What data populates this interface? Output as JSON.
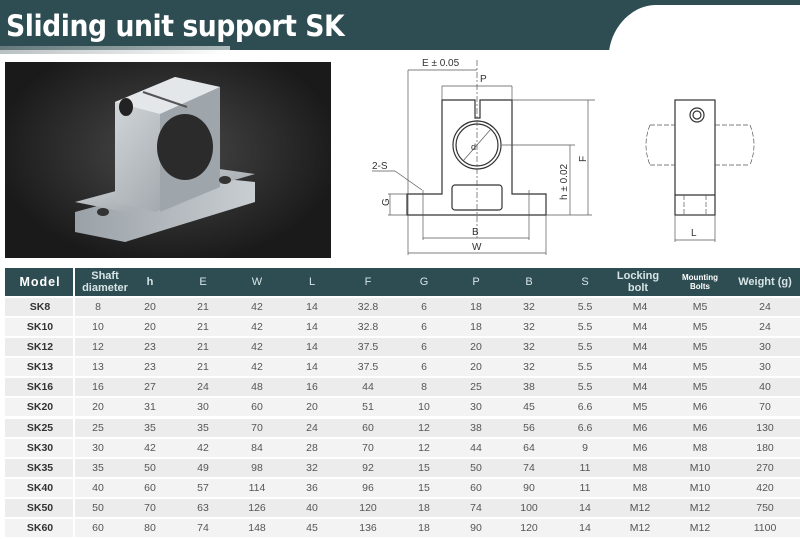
{
  "header": {
    "title": "Sliding unit support SK"
  },
  "drawing_front": {
    "labels": {
      "e": "E ± 0.05",
      "p": "P",
      "d": "d",
      "s": "2-S",
      "g": "G",
      "h": "h ± 0.02",
      "f": "F",
      "b": "B",
      "w": "W"
    }
  },
  "drawing_side": {
    "labels": {
      "l": "L"
    }
  },
  "table": {
    "headers": [
      "Model",
      "Shaft diameter",
      "h",
      "E",
      "W",
      "L",
      "F",
      "G",
      "P",
      "B",
      "S",
      "Locking bolt",
      "Mounting Bolts",
      "Weight (g)"
    ],
    "rows": [
      [
        "SK8",
        "8",
        "20",
        "21",
        "42",
        "14",
        "32.8",
        "6",
        "18",
        "32",
        "5.5",
        "M4",
        "M5",
        "24"
      ],
      [
        "SK10",
        "10",
        "20",
        "21",
        "42",
        "14",
        "32.8",
        "6",
        "18",
        "32",
        "5.5",
        "M4",
        "M5",
        "24"
      ],
      [
        "SK12",
        "12",
        "23",
        "21",
        "42",
        "14",
        "37.5",
        "6",
        "20",
        "32",
        "5.5",
        "M4",
        "M5",
        "30"
      ],
      [
        "SK13",
        "13",
        "23",
        "21",
        "42",
        "14",
        "37.5",
        "6",
        "20",
        "32",
        "5.5",
        "M4",
        "M5",
        "30"
      ],
      [
        "SK16",
        "16",
        "27",
        "24",
        "48",
        "16",
        "44",
        "8",
        "25",
        "38",
        "5.5",
        "M4",
        "M5",
        "40"
      ],
      [
        "SK20",
        "20",
        "31",
        "30",
        "60",
        "20",
        "51",
        "10",
        "30",
        "45",
        "6.6",
        "M5",
        "M6",
        "70"
      ],
      [
        "SK25",
        "25",
        "35",
        "35",
        "70",
        "24",
        "60",
        "12",
        "38",
        "56",
        "6.6",
        "M6",
        "M6",
        "130"
      ],
      [
        "SK30",
        "30",
        "42",
        "42",
        "84",
        "28",
        "70",
        "12",
        "44",
        "64",
        "9",
        "M6",
        "M8",
        "180"
      ],
      [
        "SK35",
        "35",
        "50",
        "49",
        "98",
        "32",
        "92",
        "15",
        "50",
        "74",
        "11",
        "M8",
        "M10",
        "270"
      ],
      [
        "SK40",
        "40",
        "60",
        "57",
        "114",
        "36",
        "96",
        "15",
        "60",
        "90",
        "11",
        "M8",
        "M10",
        "420"
      ],
      [
        "SK50",
        "50",
        "70",
        "63",
        "126",
        "40",
        "120",
        "18",
        "74",
        "100",
        "14",
        "M12",
        "M12",
        "750"
      ],
      [
        "SK60",
        "60",
        "80",
        "74",
        "148",
        "45",
        "136",
        "18",
        "90",
        "120",
        "14",
        "M12",
        "M12",
        "1100"
      ]
    ]
  },
  "colors": {
    "accent": "#2e4d52",
    "row_light": "#f3f3f3",
    "row_dark": "#ececec"
  }
}
